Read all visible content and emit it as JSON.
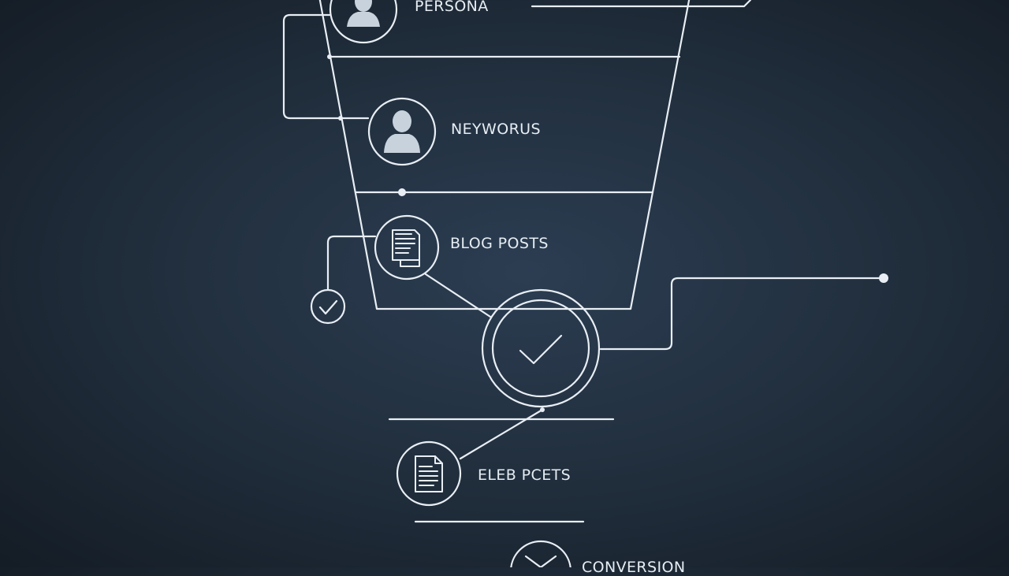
{
  "diagram": {
    "stages": [
      {
        "label": "PERSONA",
        "icon": "person-icon"
      },
      {
        "label": "NEYWORUS",
        "icon": "person-icon"
      },
      {
        "label": "BLOG POSTS",
        "icon": "document-icon"
      },
      {
        "label": "ELEB PCETS",
        "icon": "document-icon"
      },
      {
        "label": "CONVERSION",
        "icon": "check-icon"
      }
    ],
    "colors": {
      "background": "#22303f",
      "line": "#e8eef4",
      "icon_fill": "#c8d2dc"
    }
  }
}
